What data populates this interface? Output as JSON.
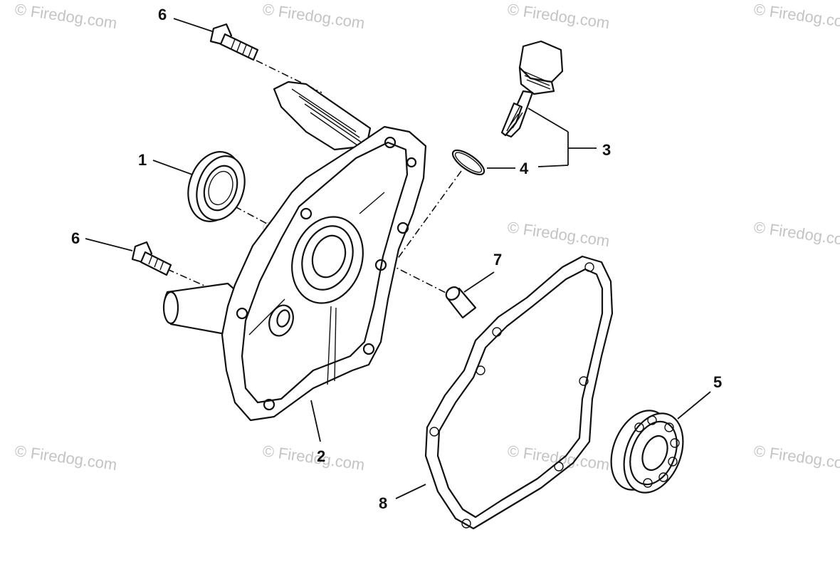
{
  "watermark": {
    "text": "© Firedog.com"
  },
  "callouts": {
    "c1": "1",
    "c2": "2",
    "c3": "3",
    "c4": "4",
    "c5": "5",
    "c6a": "6",
    "c6b": "6",
    "c7": "7",
    "c8": "8"
  }
}
